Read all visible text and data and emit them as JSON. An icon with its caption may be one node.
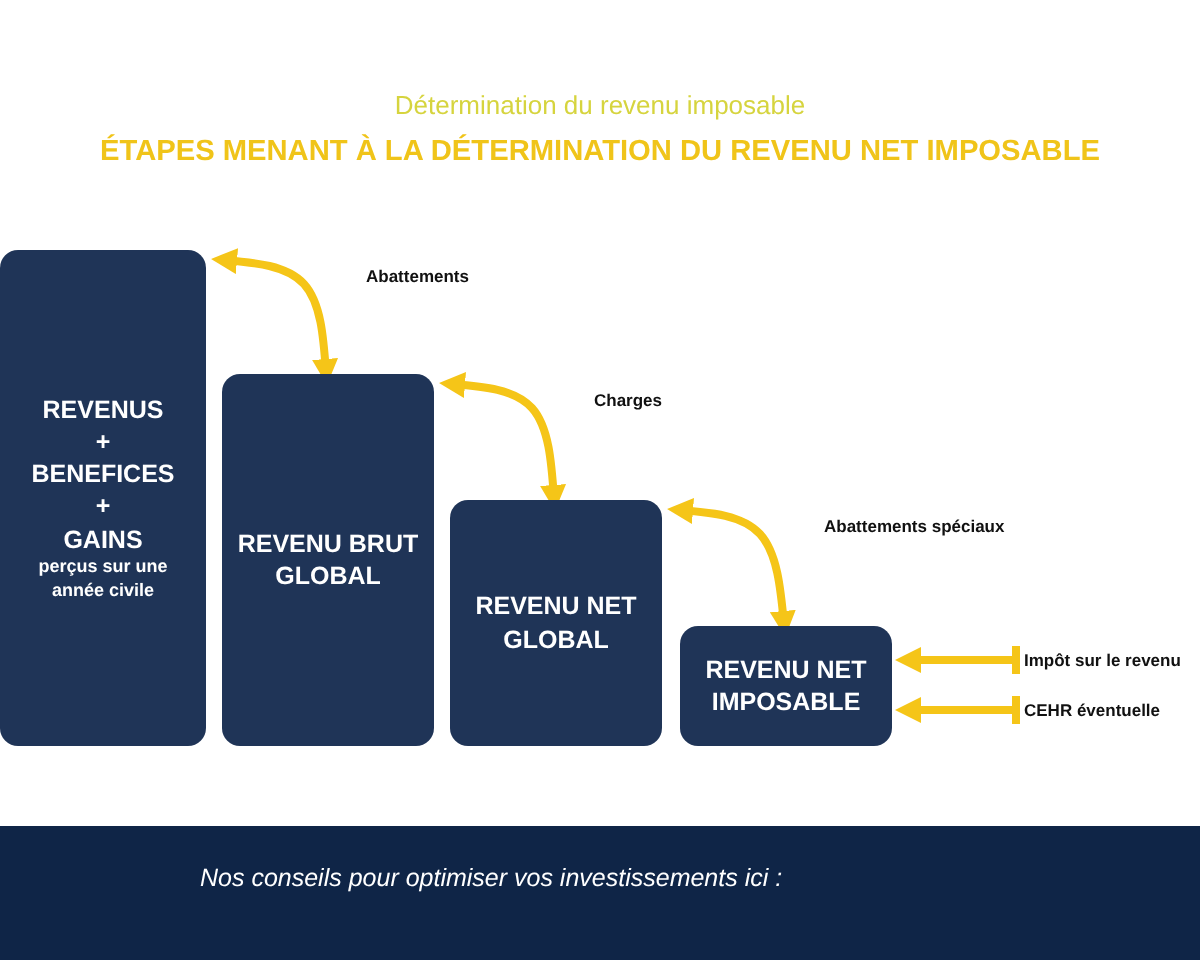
{
  "diagram": {
    "title": "ÉTAPES MENANT À LA DÉTERMINATION DU REVENU NET IMPOSABLE",
    "nodes": [
      {
        "text": [
          "REVENUS",
          "+",
          "BENEFICES",
          "+",
          "GAINS",
          "perçus sur une année civile"
        ]
      },
      {
        "text": [
          "REVENU BRUT GLOBAL"
        ]
      },
      {
        "text": [
          "REVENU NET GLOBAL"
        ]
      },
      {
        "text": [
          "REVENU NET IMPOSABLE"
        ]
      },
      {
        "text": [
          "Impôt sur le revenu"
        ]
      },
      {
        "text": [
          "CEHR éventuelle"
        ]
      }
    ],
    "edges": [
      {
        "from": 0,
        "to": 1,
        "arrow": "both",
        "label": "Abattements"
      },
      {
        "from": 1,
        "to": 2,
        "arrow": "both",
        "label": "Charges"
      },
      {
        "from": 2,
        "to": 3,
        "arrow": "both",
        "label": "Abattements spéciaux"
      },
      {
        "from": 4,
        "to": 3,
        "arrow": "to"
      },
      {
        "from": 5,
        "to": 3,
        "arrow": "to"
      }
    ],
    "labels": [
      "Détermination du revenu imposable",
      "Nos conseils pour optimiser vos investissements ici :"
    ]
  }
}
